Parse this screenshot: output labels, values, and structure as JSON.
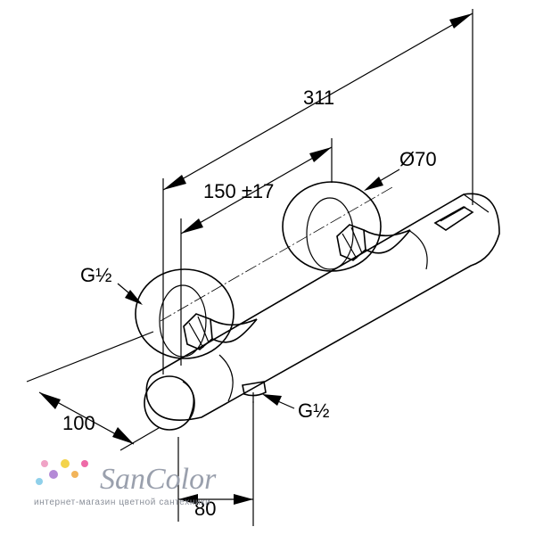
{
  "dimensions": {
    "overall_length": "311",
    "centre_distance": "150 ±17",
    "rosette_diameter": "Ø70",
    "inlet_thread_left": "G½",
    "outlet_thread": "G½",
    "depth": "100",
    "outlet_offset": "80"
  },
  "watermark": {
    "brand": "SanColor",
    "subtitle": "интернет-магазин цветной сантехники",
    "dot_colors": [
      "#f0a3c6",
      "#b48ad6",
      "#f3d34a",
      "#8fd0ea",
      "#f2b45a",
      "#ee6aa7"
    ]
  }
}
